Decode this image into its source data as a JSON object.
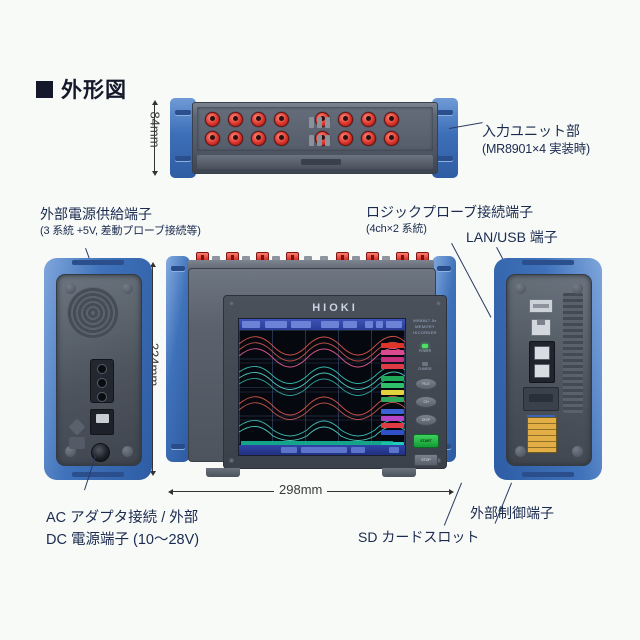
{
  "page": {
    "background_color": "#f8faf7",
    "ink_color": "#1b2b50",
    "accent_blue": "#3f72ba",
    "connector_red": "#d22f27"
  },
  "title": {
    "bullet": "square-bullet",
    "text": "外形図"
  },
  "callouts": [
    {
      "id": "input-unit",
      "line1": "入力ユニット部",
      "line2": "(MR8901×4 実装時)"
    },
    {
      "id": "external-power-supply",
      "line1": "外部電源供給端子",
      "line2": "(3 系統 +5V, 差動プローブ接続等)"
    },
    {
      "id": "logic-probe",
      "line1": "ロジックプローブ接続端子",
      "line2": "(4ch×2 系統)"
    },
    {
      "id": "lan-usb",
      "line1": "LAN/USB 端子"
    },
    {
      "id": "ac-adapter",
      "line1": "AC アダプタ接続 / 外部",
      "line2": "DC 電源端子 (10～28V)"
    },
    {
      "id": "sd-card-slot",
      "line1": "SD カードスロット"
    },
    {
      "id": "external-control",
      "line1": "外部制御端子"
    }
  ],
  "dimensions": {
    "height_top_unit": "84mm",
    "height_main_unit": "224mm",
    "width_main_unit": "298mm"
  },
  "device": {
    "brand": "HIOKI",
    "model_text": "MR8847-5x",
    "model_sub": "MEMORY HiCORDER",
    "buttons": [
      {
        "name": "file",
        "label": "FILE"
      },
      {
        "name": "channel",
        "label": "CH"
      },
      {
        "name": "display",
        "label": "DISP"
      },
      {
        "name": "start",
        "label": "START"
      },
      {
        "name": "stop",
        "label": "STOP"
      }
    ],
    "leds": [
      {
        "name": "power",
        "label": "POWER",
        "color": "#4fe06a"
      },
      {
        "name": "charge",
        "label": "CHARGE",
        "color": "#6b7480"
      }
    ]
  },
  "screen": {
    "channel_badges": [
      "#e0342b",
      "#d94a8f",
      "#c6307a",
      "#e03a44",
      "#1ea85a",
      "#2fbf6a",
      "#e3d33c",
      "#2fa85c",
      "#3d62d6",
      "#b646c7",
      "#e03a44",
      "#3050c8",
      "#24c9c0",
      "#ddd23e",
      "#2fbf6a",
      "#3fd0c8"
    ],
    "trace_colors": [
      "#d8544c",
      "#36c0b4",
      "#c2544c",
      "#4fd0c4"
    ]
  },
  "connectors": {
    "top_unit_jack_count": 16,
    "front_top_connector_count": 8
  }
}
